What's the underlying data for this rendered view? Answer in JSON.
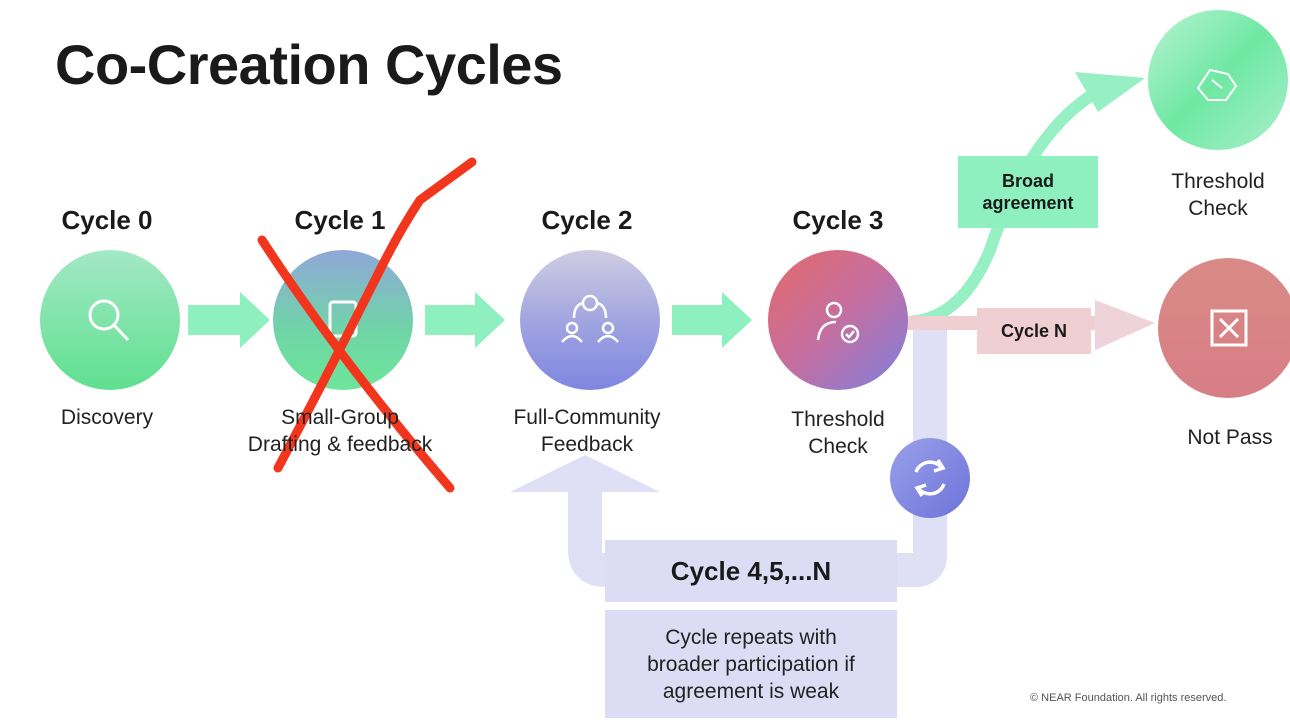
{
  "title": "Co-Creation Cycles",
  "cycles": [
    {
      "label": "Cycle 0",
      "description": "Discovery",
      "icon": "search-icon"
    },
    {
      "label": "Cycle 1",
      "description_line1": "Small-Group",
      "description_line2": "Drafting & feedback",
      "icon": "document-icon",
      "crossed_out": true
    },
    {
      "label": "Cycle 2",
      "description_line1": "Full-Community",
      "description_line2": "Feedback",
      "icon": "community-icon"
    },
    {
      "label": "Cycle 3",
      "description_line1": "Threshold",
      "description_line2": "Check",
      "icon": "user-check-icon"
    }
  ],
  "outcomes": {
    "pass": {
      "tag_line1": "Broad",
      "tag_line2": "agreement",
      "label_line1": "Threshold",
      "label_line2": "Check",
      "icon": "handshake-icon"
    },
    "fail": {
      "tag": "Cycle N",
      "label": "Not Pass",
      "icon": "x-box-icon"
    }
  },
  "loop": {
    "title": "Cycle 4,5,...N",
    "description_line1": "Cycle repeats with",
    "description_line2": "broader participation if",
    "description_line3": "agreement is weak",
    "icon": "refresh-icon"
  },
  "copyright": "© NEAR Foundation. All rights reserved.",
  "colors": {
    "green": "#8ef0be",
    "lavender": "#dcdcf4",
    "red_mark": "#f2361d",
    "pink": "#f0cfd2"
  }
}
